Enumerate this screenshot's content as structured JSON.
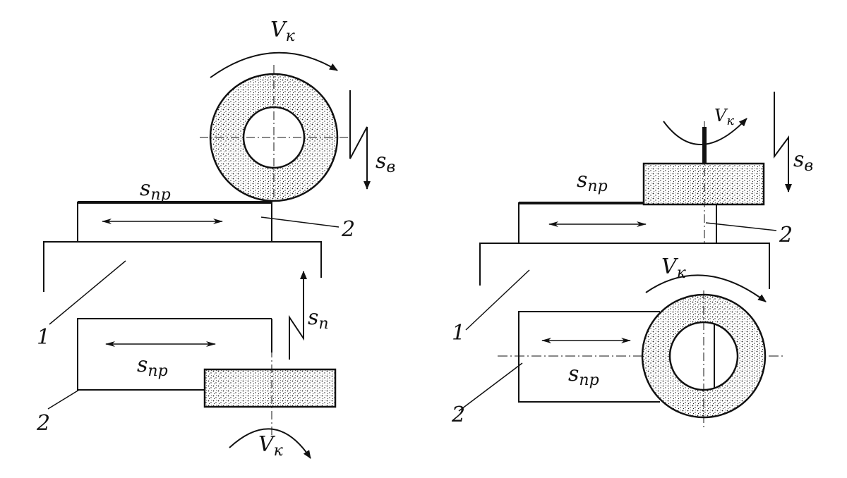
{
  "colors": {
    "ink": "#111111",
    "paper": "#ffffff",
    "grit": "#1a1a1a"
  },
  "figure_left": {
    "labels": {
      "vk_top": "V",
      "vk_top_sub": "к",
      "vk_bottom": "V",
      "vk_bottom_sub": "к",
      "sv_main": "s",
      "sv_sub": "в",
      "snp_top_main": "s",
      "snp_top_sub": "пр",
      "snp_bottom_main": "s",
      "snp_bottom_sub": "пр",
      "sn_main": "s",
      "sn_sub": "п",
      "part_1": "1",
      "part_2_top": "2",
      "part_2_bottom": "2"
    }
  },
  "figure_right": {
    "labels": {
      "vk_top": "V",
      "vk_top_sub": "к",
      "vk_bottom": "V",
      "vk_bottom_sub": "к",
      "sv_main": "s",
      "sv_sub": "в",
      "snp_top_main": "s",
      "snp_top_sub": "пр",
      "snp_bottom_main": "s",
      "snp_bottom_sub": "пр",
      "part_1": "1",
      "part_2_top": "2",
      "part_2_bottom": "2"
    }
  }
}
